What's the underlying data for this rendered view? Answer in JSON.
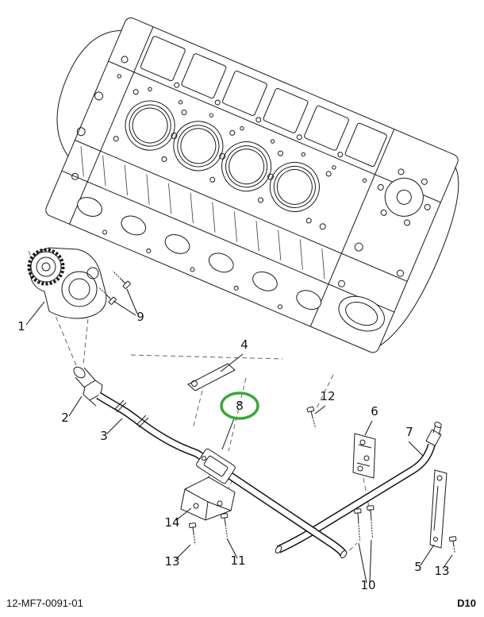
{
  "footer": {
    "doc_number": "12-MF7-0091-01",
    "page_code": "D10"
  },
  "diagram": {
    "highlight_color": "#3aa83a",
    "callouts": [
      {
        "label": "1"
      },
      {
        "label": "9"
      },
      {
        "label": "2"
      },
      {
        "label": "3"
      },
      {
        "label": "4"
      },
      {
        "label": "8"
      },
      {
        "label": "12"
      },
      {
        "label": "6"
      },
      {
        "label": "7"
      },
      {
        "label": "14"
      },
      {
        "label": "13"
      },
      {
        "label": "11"
      },
      {
        "label": "10"
      },
      {
        "label": "5"
      },
      {
        "label": "13"
      }
    ]
  }
}
